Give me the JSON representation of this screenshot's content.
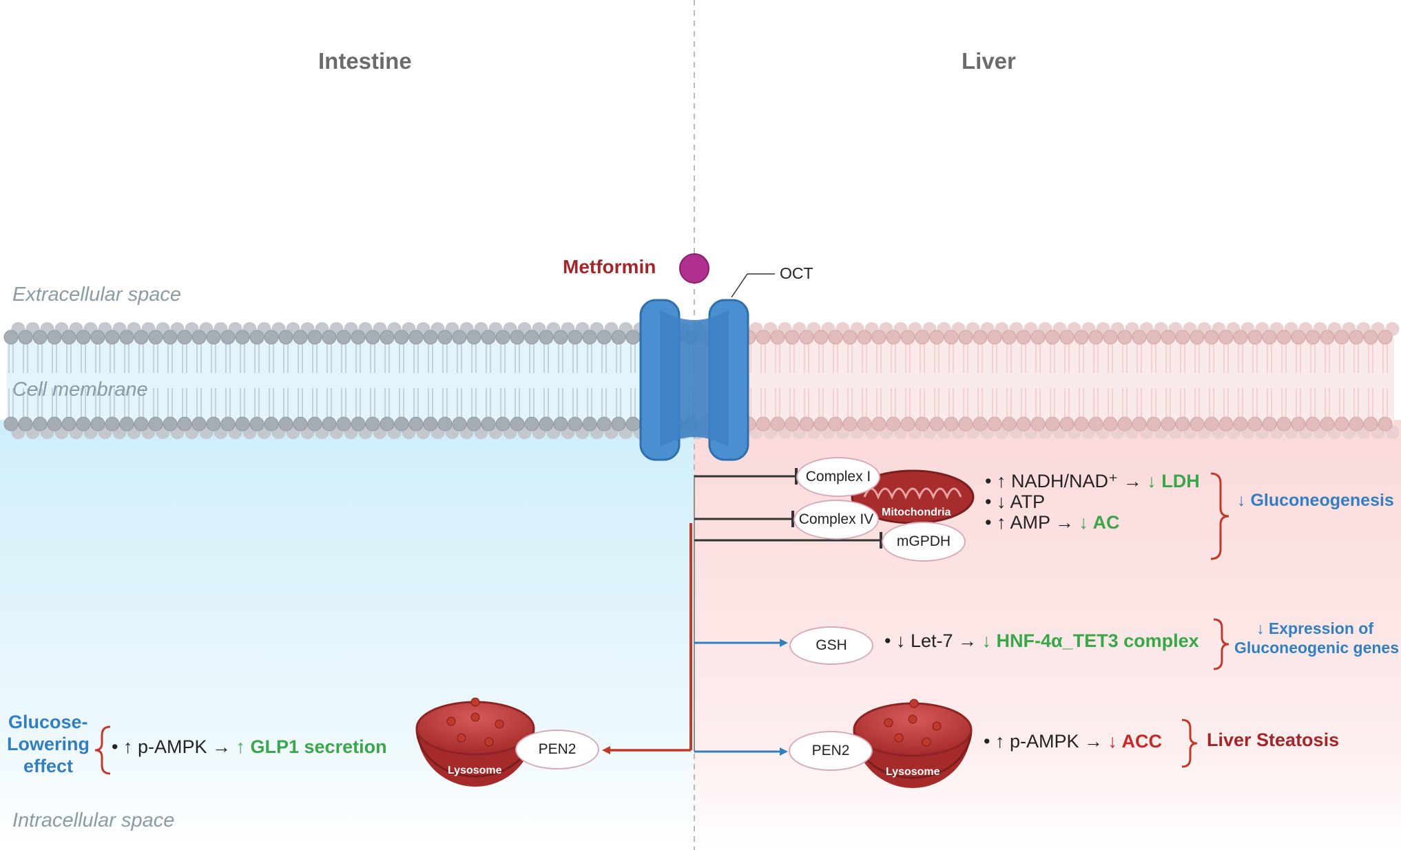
{
  "columns": {
    "left": "Intestine",
    "right": "Liver"
  },
  "spaces": {
    "extracellular": "Extracellular space",
    "membrane": "Cell membrane",
    "intracellular": "Intracellular space"
  },
  "drug": {
    "name": "Metformin",
    "transporter": "OCT"
  },
  "mito": {
    "label": "Mitochondria",
    "targets": [
      "Complex I",
      "Complex IV",
      "mGPDH"
    ],
    "lines": [
      {
        "pre": "• ↑ NADH/NAD⁺ →",
        "post": "↓ LDH"
      },
      {
        "pre": "• ↓ ATP",
        "post": ""
      },
      {
        "pre": "• ↑ AMP →",
        "post": "↓ AC"
      }
    ],
    "outcome": "↓ Gluconeogenesis"
  },
  "gsh": {
    "label": "GSH",
    "pre": "• ↓ Let-7 →",
    "post": "↓ HNF-4α_TET3 complex",
    "outcome_line1": "↓ Expression of",
    "outcome_line2": "Gluconeogenic genes"
  },
  "liver_lysosome": {
    "pen": "PEN2",
    "organelle": "Lysosome",
    "pre": "• ↑ p-AMPK →",
    "post": "↓ ACC",
    "outcome": "Liver Steatosis"
  },
  "intestine_lysosome": {
    "pen": "PEN2",
    "organelle": "Lysosome",
    "pre": "• ↑ p-AMPK →",
    "post": "↑ GLP1 secretion",
    "outcome_lines": [
      "Glucose-",
      "Lowering",
      "effect"
    ]
  },
  "colors": {
    "intestine_bg": "#dff3fb",
    "liver_bg": "#fbe0e0",
    "transporter": "#4a8fd0",
    "metformin": "#b0308f",
    "pathway_red": "#c0392b",
    "pathway_blue": "#2f7fc1",
    "inhibit": "#333333"
  }
}
